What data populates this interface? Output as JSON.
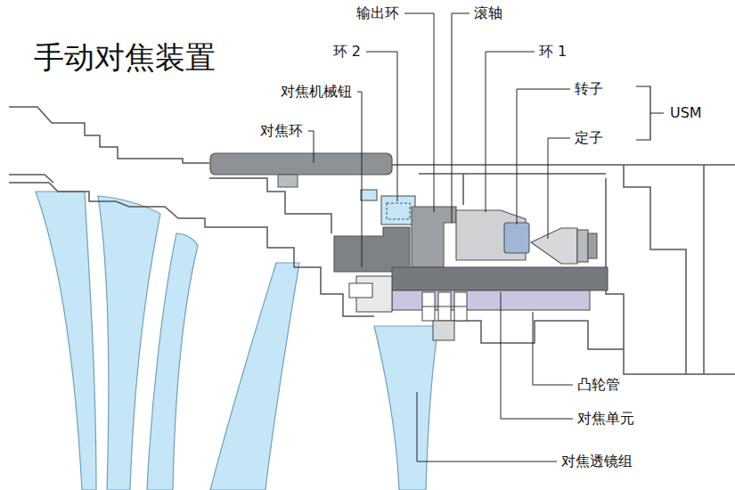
{
  "diagram": {
    "title": "手动对焦装置",
    "labels": [
      "输出环",
      "滚轴",
      "环 2",
      "环 1",
      "对焦机械钮",
      "转子",
      "USM",
      "对焦环",
      "定子",
      "凸轮管",
      "对焦单元",
      "对焦透镜组"
    ]
  }
}
